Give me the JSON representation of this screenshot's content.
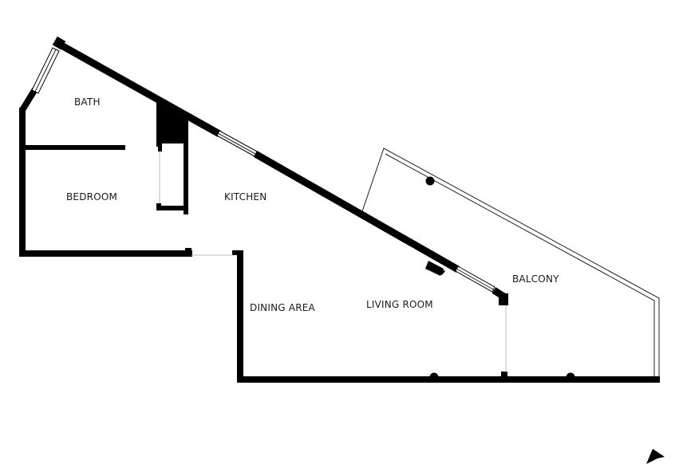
{
  "floorplan": {
    "rooms": [
      {
        "id": "bath",
        "label": "BATH"
      },
      {
        "id": "bedroom",
        "label": "BEDROOM"
      },
      {
        "id": "kitchen",
        "label": "KITCHEN"
      },
      {
        "id": "dining",
        "label": "DINING AREA"
      },
      {
        "id": "living",
        "label": "LIVING ROOM"
      },
      {
        "id": "balcony",
        "label": "BALCONY"
      }
    ],
    "compass": {
      "icon": "north-arrow-icon"
    },
    "colors": {
      "wall": "#000000",
      "background": "#ffffff",
      "text": "#1a1a1a"
    }
  }
}
